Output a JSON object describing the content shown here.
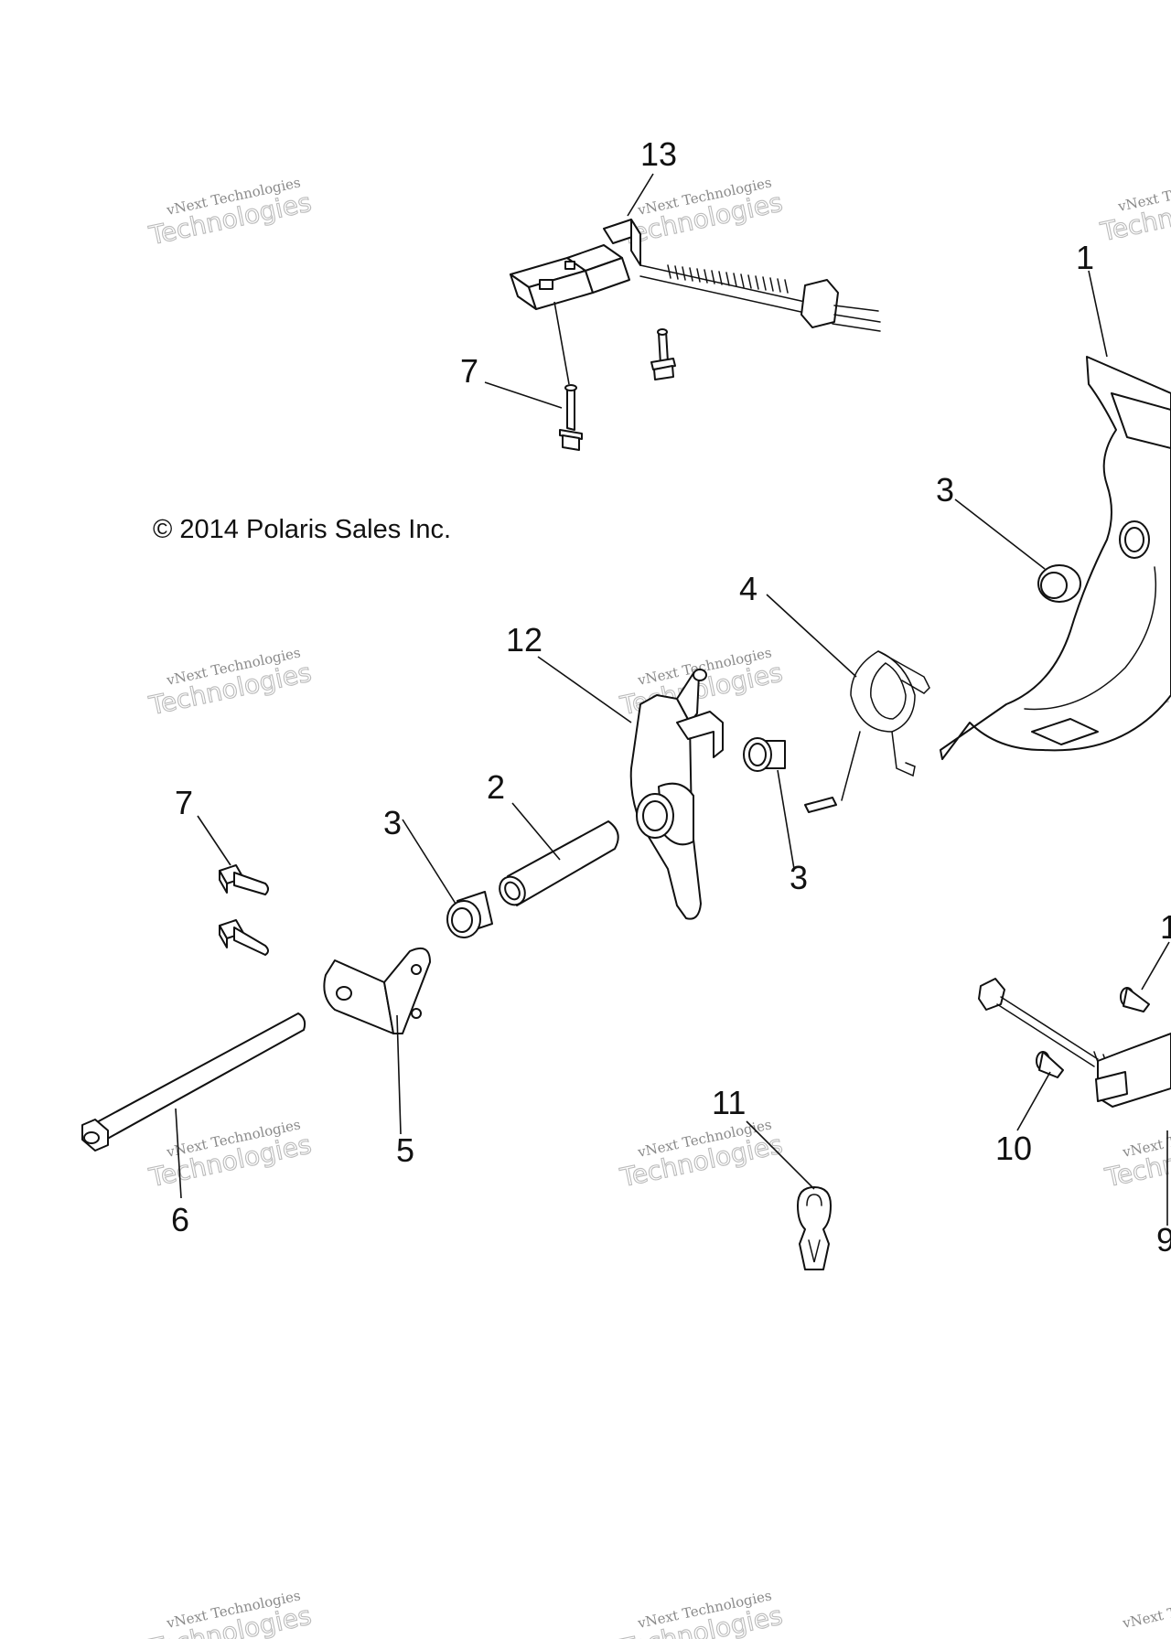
{
  "copyright": "© 2014 Polaris Sales Inc.",
  "watermark": {
    "line1": "vNext Technologies",
    "line2": "Technologies",
    "faded": "vNext"
  },
  "callouts": [
    {
      "id": "c13",
      "label": "13"
    },
    {
      "id": "c1",
      "label": "1"
    },
    {
      "id": "c7a",
      "label": "7"
    },
    {
      "id": "c3a",
      "label": "3"
    },
    {
      "id": "c4",
      "label": "4"
    },
    {
      "id": "c12",
      "label": "12"
    },
    {
      "id": "c2",
      "label": "2"
    },
    {
      "id": "c7b",
      "label": "7"
    },
    {
      "id": "c3b",
      "label": "3"
    },
    {
      "id": "c3c",
      "label": "3"
    },
    {
      "id": "c5",
      "label": "5"
    },
    {
      "id": "c6",
      "label": "6"
    },
    {
      "id": "c11",
      "label": "11"
    },
    {
      "id": "c10",
      "label": "10"
    },
    {
      "id": "c9",
      "label": "9"
    },
    {
      "id": "c10b",
      "label": "1"
    }
  ],
  "colors": {
    "line": "#111111",
    "background": "#ffffff",
    "watermark": "#bbbbbb"
  }
}
